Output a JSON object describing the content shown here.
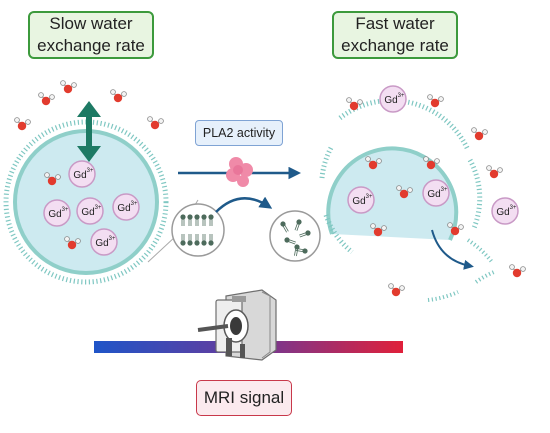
{
  "labels": {
    "slow_line1": "Slow water",
    "slow_line2": "exchange rate",
    "fast_line1": "Fast water",
    "fast_line2": "exchange rate",
    "enzyme": "PLA2 activity",
    "signal": "MRI signal"
  },
  "gd": {
    "symbol": "Gd",
    "charge": "3+"
  },
  "icons": [
    "water-molecule-icon",
    "gd-ion-icon",
    "pla2-enzyme-icon",
    "lipid-bilayer-icon",
    "phospholipid-fragments-icon",
    "mri-scanner-icon"
  ],
  "colors": {
    "label_green_border": "#3c9a3c",
    "label_green_fill": "#e8f5e1",
    "liposome_fill": "#cdeaf0",
    "membrane": "#7fc7c2",
    "gd_fill": "#f3def2",
    "gd_stroke": "#c99ac6",
    "arrow_blue": "#1f5a8a",
    "double_arrow": "#1d7a64",
    "oxygen": "#e23b2e",
    "enzyme": "#f08aa8",
    "signal_blue": "#1f55c8",
    "signal_red": "#e0203a"
  }
}
